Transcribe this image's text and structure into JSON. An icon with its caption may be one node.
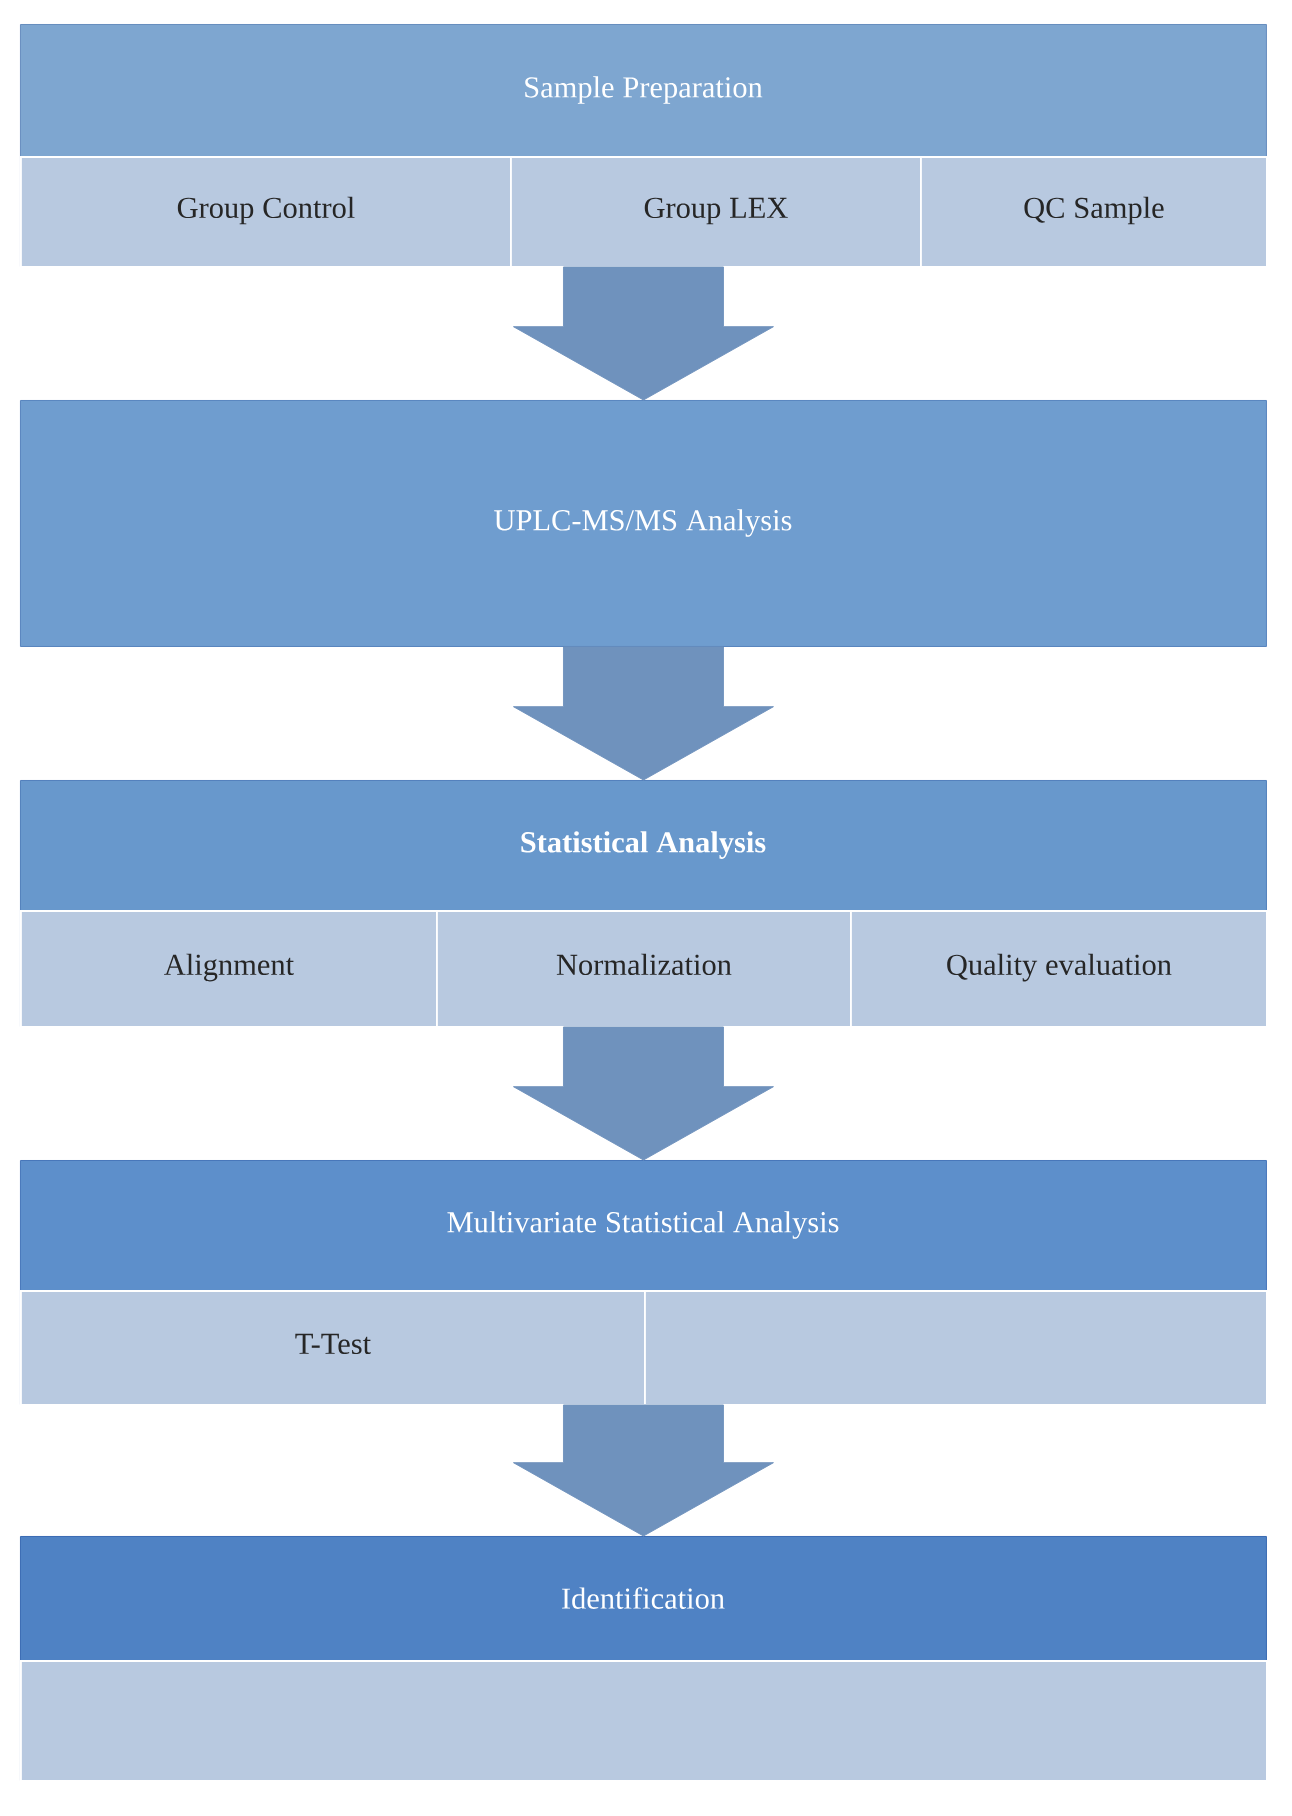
{
  "diagram": {
    "nodes": [
      {
        "text": [
          "Sample Preparation"
        ]
      },
      {
        "text": [
          "Group Control"
        ],
        "in": 0
      },
      {
        "text": [
          "Group LEX"
        ],
        "in": 0
      },
      {
        "text": [
          "QC Sample"
        ],
        "in": 0
      },
      {
        "text": [
          "UPLC-MS/MS Analysis"
        ]
      },
      {
        "text": [
          "Statistical Analysis"
        ]
      },
      {
        "text": [
          "Alignment"
        ],
        "in": 5
      },
      {
        "text": [
          "Normalization"
        ],
        "in": 5
      },
      {
        "text": [
          "Quality evaluation"
        ],
        "in": 5
      },
      {
        "text": [
          "Multivariate Statistical Analysis"
        ]
      },
      {
        "text": [
          "T-Test"
        ],
        "in": 9
      },
      {
        "text": [],
        "shape": "box",
        "in": 9
      },
      {
        "text": [
          "Identification"
        ]
      },
      {
        "text": [],
        "shape": "box",
        "in": 12
      }
    ],
    "edges": [
      {
        "from": 0,
        "to": 4,
        "arrow": "to"
      },
      {
        "from": 4,
        "to": 5,
        "arrow": "to"
      },
      {
        "from": 5,
        "to": 9,
        "arrow": "to"
      },
      {
        "from": 9,
        "to": 12,
        "arrow": "to"
      }
    ]
  }
}
